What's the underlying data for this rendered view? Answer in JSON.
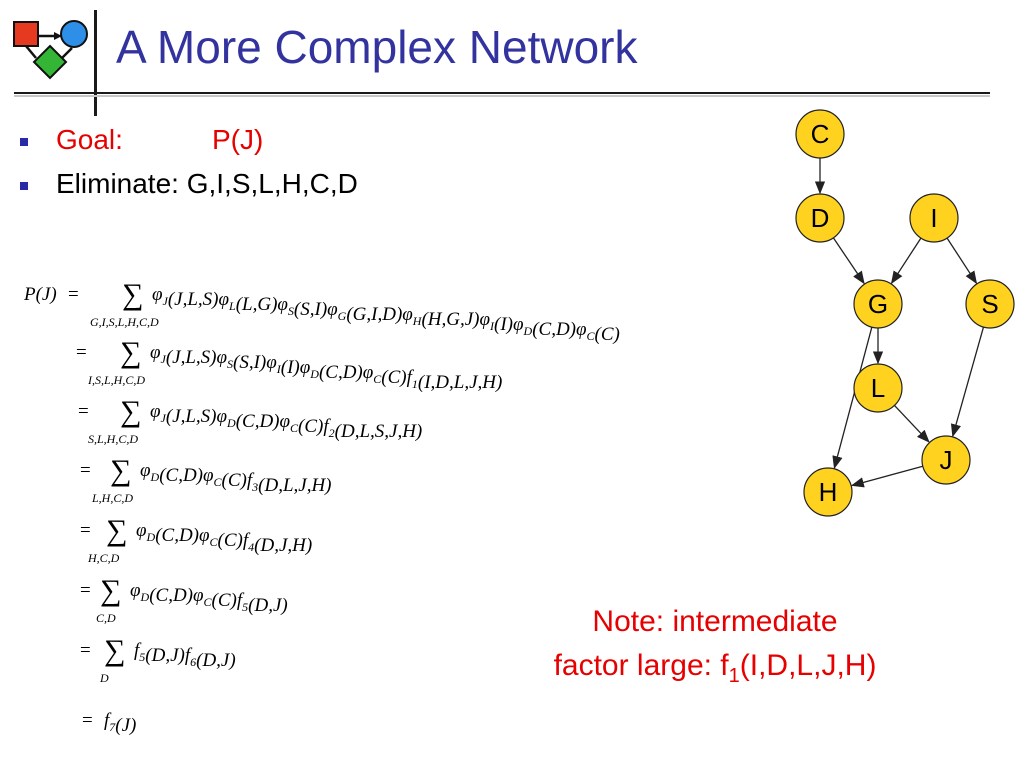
{
  "slide": {
    "title": "A More Complex Network",
    "bullets": {
      "goal_label": "Goal:",
      "goal_value": "P(J)",
      "eliminate_label": "Eliminate:",
      "eliminate_value": "G,I,S,L,H,C,D"
    },
    "note": {
      "line1": "Note: intermediate",
      "line2_prefix": "factor large: f",
      "line2_sub": "1",
      "line2_suffix": "(I,D,L,J,H)"
    }
  },
  "colors": {
    "title": "#3333a0",
    "accent_red": "#e60000",
    "node_fill": "#ffd21f",
    "bullet": "#2a2aa8"
  },
  "network": {
    "nodes": [
      {
        "id": "C",
        "label": "C"
      },
      {
        "id": "D",
        "label": "D"
      },
      {
        "id": "I",
        "label": "I"
      },
      {
        "id": "G",
        "label": "G"
      },
      {
        "id": "S",
        "label": "S"
      },
      {
        "id": "L",
        "label": "L"
      },
      {
        "id": "J",
        "label": "J"
      },
      {
        "id": "H",
        "label": "H"
      }
    ],
    "edges": [
      [
        "C",
        "D"
      ],
      [
        "D",
        "G"
      ],
      [
        "I",
        "G"
      ],
      [
        "I",
        "S"
      ],
      [
        "G",
        "L"
      ],
      [
        "G",
        "H"
      ],
      [
        "L",
        "J"
      ],
      [
        "S",
        "J"
      ],
      [
        "J",
        "H"
      ]
    ]
  },
  "equations": [
    {
      "lhs": "P(J)",
      "eq": "=",
      "sub": "G,I,S,L,H,C,D",
      "body": "φJ(J,L,S)φL(L,G)φS(S,I)φG(G,I,D)φH(H,G,J)φI(I)φD(C,D)φC(C)"
    },
    {
      "lhs": "",
      "eq": "=",
      "sub": "I,S,L,H,C,D",
      "body": "φJ(J,L,S)φS(S,I)φI(I)φD(C,D)φC(C)f1(I,D,L,J,H)"
    },
    {
      "lhs": "",
      "eq": "=",
      "sub": "S,L,H,C,D",
      "body": "φJ(J,L,S)φD(C,D)φC(C)f2(D,L,S,J,H)"
    },
    {
      "lhs": "",
      "eq": "=",
      "sub": "L,H,C,D",
      "body": "φD(C,D)φC(C)f3(D,L,J,H)"
    },
    {
      "lhs": "",
      "eq": "=",
      "sub": "H,C,D",
      "body": "φD(C,D)φC(C)f4(D,J,H)"
    },
    {
      "lhs": "",
      "eq": "=",
      "sub": "C,D",
      "body": "φD(C,D)φC(C)f5(D,J)"
    },
    {
      "lhs": "",
      "eq": "=",
      "sub": "D",
      "body": "f5(D,J)f6(D,J)"
    },
    {
      "lhs": "",
      "eq": "=",
      "sub": "",
      "body": "f7(J)"
    }
  ]
}
